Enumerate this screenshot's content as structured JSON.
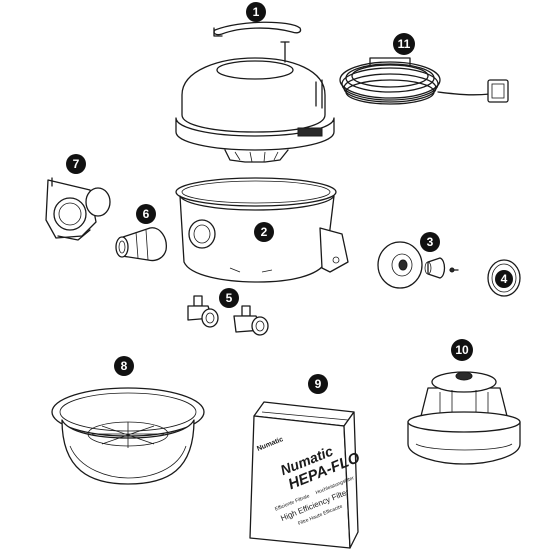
{
  "callouts": {
    "c1": "1",
    "c2": "2",
    "c3": "3",
    "c4": "4",
    "c5": "5",
    "c6": "6",
    "c7": "7",
    "c8": "8",
    "c9": "9",
    "c10": "10",
    "c11": "11"
  },
  "filter_bag": {
    "brand_logo": "Numatic",
    "product_line1": "Numatic",
    "product_line2": "HEPA-FLO",
    "small_text1": "Efficiente Filtrale",
    "small_text2": "Hochleistungsfilter",
    "main_text": "High Efficiency Filter",
    "small_text3": "Filtre Haute Efficacite"
  },
  "colors": {
    "callout_fill": "#111111",
    "callout_text": "#ffffff",
    "line": "#1a1a1a"
  }
}
